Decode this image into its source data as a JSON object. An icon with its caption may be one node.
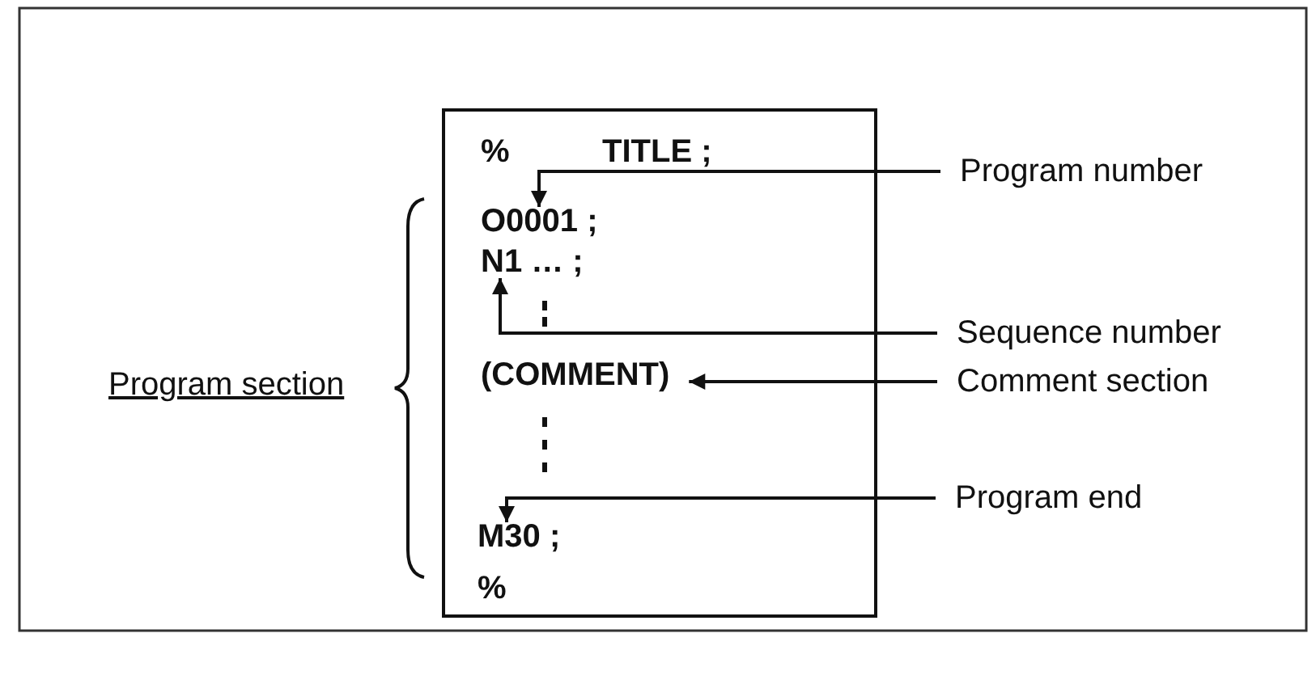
{
  "diagram": {
    "nodes": [
      {
        "text": [],
        "shape": "box"
      },
      {
        "text": [
          "%"
        ],
        "in": 0
      },
      {
        "text": [
          "TITLE ;"
        ],
        "in": 0
      },
      {
        "text": [
          "O0001 ;"
        ],
        "in": 0
      },
      {
        "text": [
          "N1 … ;"
        ],
        "in": 0
      },
      {
        "text": [
          "(COMMENT)"
        ],
        "in": 0
      },
      {
        "text": [
          "M30 ;"
        ],
        "in": 0
      },
      {
        "text": [
          "%"
        ],
        "in": 0
      },
      {
        "text": [
          "Program number"
        ]
      },
      {
        "text": [
          "Sequence number"
        ]
      },
      {
        "text": [
          "Comment section"
        ]
      },
      {
        "text": [
          "Program end"
        ]
      }
    ],
    "edges": [
      {
        "from": 8,
        "to": 3,
        "arrow": "to"
      },
      {
        "from": 9,
        "to": 4,
        "arrow": "to"
      },
      {
        "from": 10,
        "to": 5,
        "arrow": "to"
      },
      {
        "from": 11,
        "to": 6,
        "arrow": "to"
      }
    ],
    "labels": [
      "Program section"
    ]
  }
}
